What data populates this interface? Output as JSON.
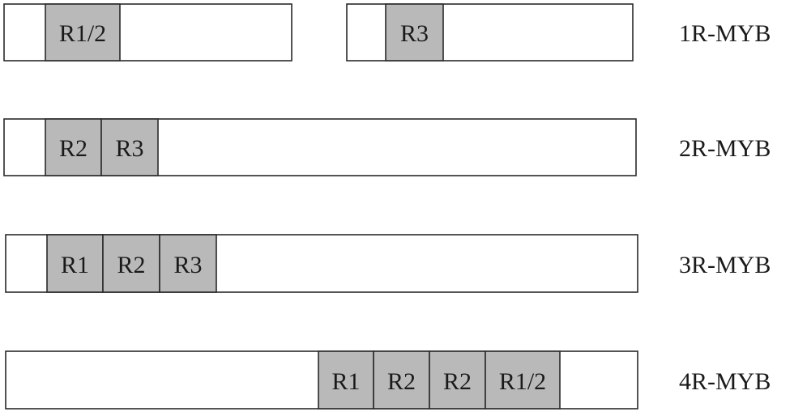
{
  "rows": [
    {
      "class_label": "1R-MYB",
      "segments": [
        {
          "domains": [
            "R1/2"
          ]
        },
        {
          "domains": [
            "R3"
          ]
        }
      ]
    },
    {
      "class_label": "2R-MYB",
      "segments": [
        {
          "domains": [
            "R2",
            "R3"
          ]
        }
      ]
    },
    {
      "class_label": "3R-MYB",
      "segments": [
        {
          "domains": [
            "R1",
            "R2",
            "R3"
          ]
        }
      ]
    },
    {
      "class_label": "4R-MYB",
      "segments": [
        {
          "domains": [
            "R1",
            "R2",
            "R2",
            "R1/2"
          ]
        }
      ]
    }
  ],
  "colors": {
    "domain_fill": "#b9b9b9",
    "protein_fill": "#ffffff",
    "outline": "#2a2a2a"
  }
}
